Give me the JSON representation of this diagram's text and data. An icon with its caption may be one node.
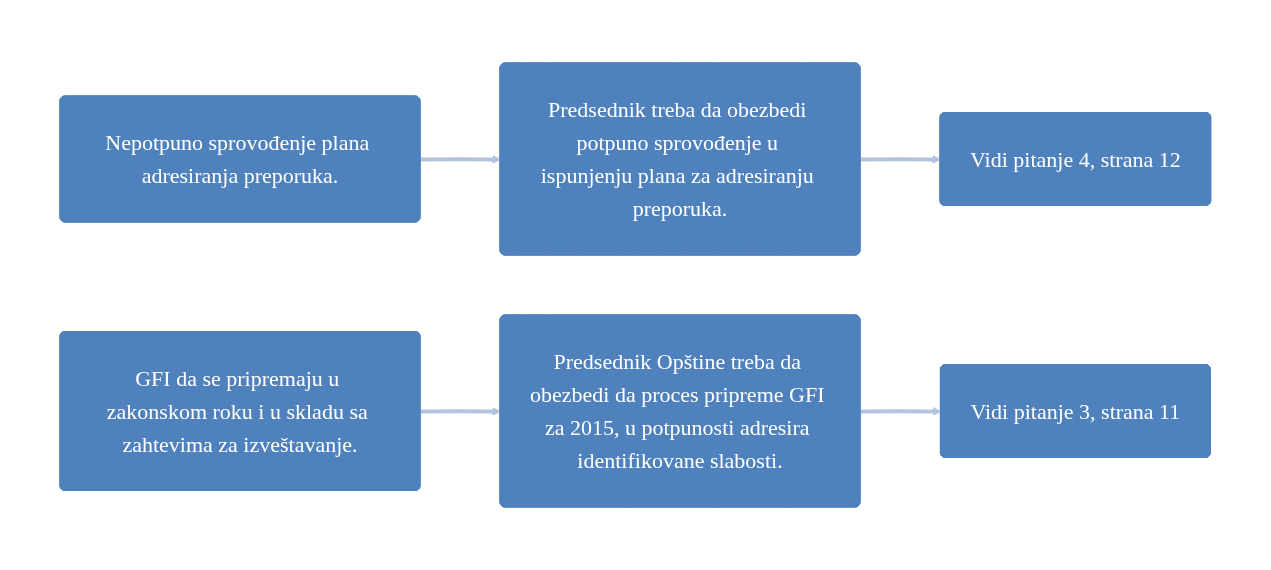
{
  "diagram": {
    "nodes": [
      {
        "text": [
          "Nepotpuno sprovođenje plana adresiranja preporuka."
        ]
      },
      {
        "text": [
          "Predsednik treba da obezbedi potpuno sprovođenje u ispunjenju plana za adresiranju preporuka."
        ]
      },
      {
        "text": [
          "Vidi pitanje 4, strana 12"
        ]
      },
      {
        "text": [
          "GFI da se pripremaju u zakonskom roku i u skladu sa zahtevima za izveštavanje."
        ]
      },
      {
        "text": [
          "Predsednik Opštine treba da obezbedi da proces pripreme GFI za 2015, u potpunosti adresira identifikovane slabosti."
        ]
      },
      {
        "text": [
          "Vidi pitanje 3, strana 11"
        ]
      }
    ],
    "edges": [
      {
        "from": 0,
        "to": 1,
        "arrow": "to"
      },
      {
        "from": 1,
        "to": 2,
        "arrow": "to"
      },
      {
        "from": 3,
        "to": 4,
        "arrow": "to"
      },
      {
        "from": 4,
        "to": 5,
        "arrow": "to"
      }
    ]
  }
}
